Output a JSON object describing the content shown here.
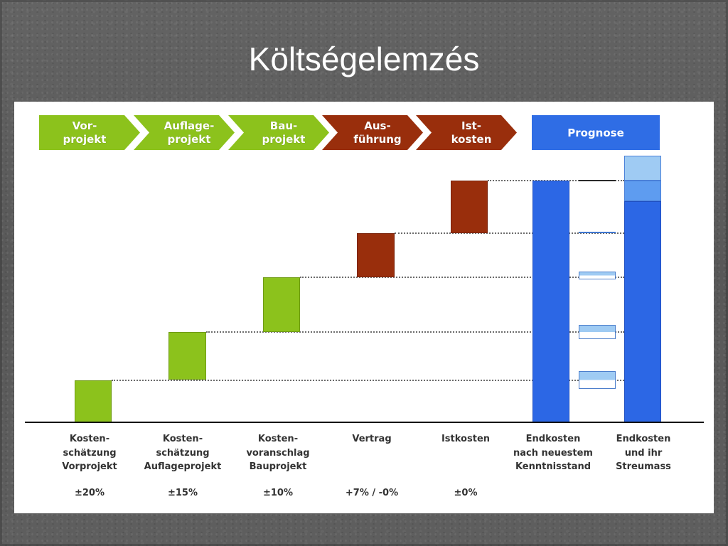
{
  "slide": {
    "title": "Költségelemzés"
  },
  "phases": [
    {
      "lines": [
        "Vor-",
        "projekt"
      ]
    },
    {
      "lines": [
        "Auflage-",
        "projekt"
      ]
    },
    {
      "lines": [
        "Bau-",
        "projekt"
      ]
    },
    {
      "lines": [
        "Aus-",
        "führung"
      ]
    },
    {
      "lines": [
        "Ist-",
        "kosten"
      ]
    }
  ],
  "prognose": {
    "label": "Prognose"
  },
  "columns": [
    {
      "lines": [
        "Kosten-",
        "schätzung",
        "Vorprojekt"
      ],
      "accuracy": "±20%"
    },
    {
      "lines": [
        "Kosten-",
        "schätzung",
        "Auflageprojekt"
      ],
      "accuracy": "±15%"
    },
    {
      "lines": [
        "Kosten-",
        "voranschlag",
        "Bauprojekt"
      ],
      "accuracy": "±10%"
    },
    {
      "lines": [
        "Vertrag"
      ],
      "accuracy": "+7% / -0%"
    },
    {
      "lines": [
        "Istkosten"
      ],
      "accuracy": "±0%"
    },
    {
      "lines": [
        "Endkosten",
        "nach neuestem",
        "Kenntnisstand"
      ]
    },
    {
      "lines": [
        "Endkosten",
        "und ihr",
        "Streumass"
      ]
    }
  ],
  "colors": {
    "planning_green": "#8cc21c",
    "execution_brown": "#992e0c",
    "forecast_blue": "#2c67e5",
    "prognose_header_blue": "#2f6de5",
    "range_light_blue": "#9fcbf3",
    "range_mid_blue": "#5e9cf0",
    "background_gray": "#5b5b5b",
    "panel_white": "#ffffff"
  }
}
